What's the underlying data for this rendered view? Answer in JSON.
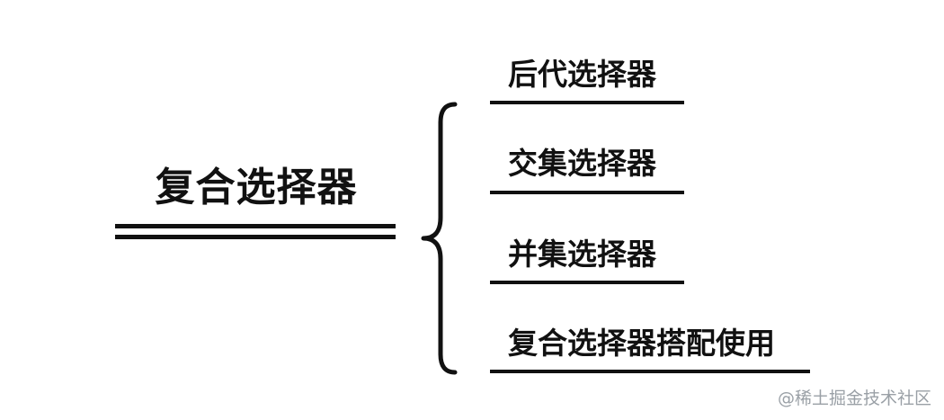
{
  "root": {
    "label": "复合选择器"
  },
  "branches": [
    {
      "label": "后代选择器"
    },
    {
      "label": "交集选择器"
    },
    {
      "label": "并集选择器"
    },
    {
      "label": "复合选择器搭配使用"
    }
  ],
  "watermark": "@稀土掘金技术社区",
  "colors": {
    "ink": "#111111",
    "watermark": "#9aa0a6",
    "background": "#ffffff"
  }
}
